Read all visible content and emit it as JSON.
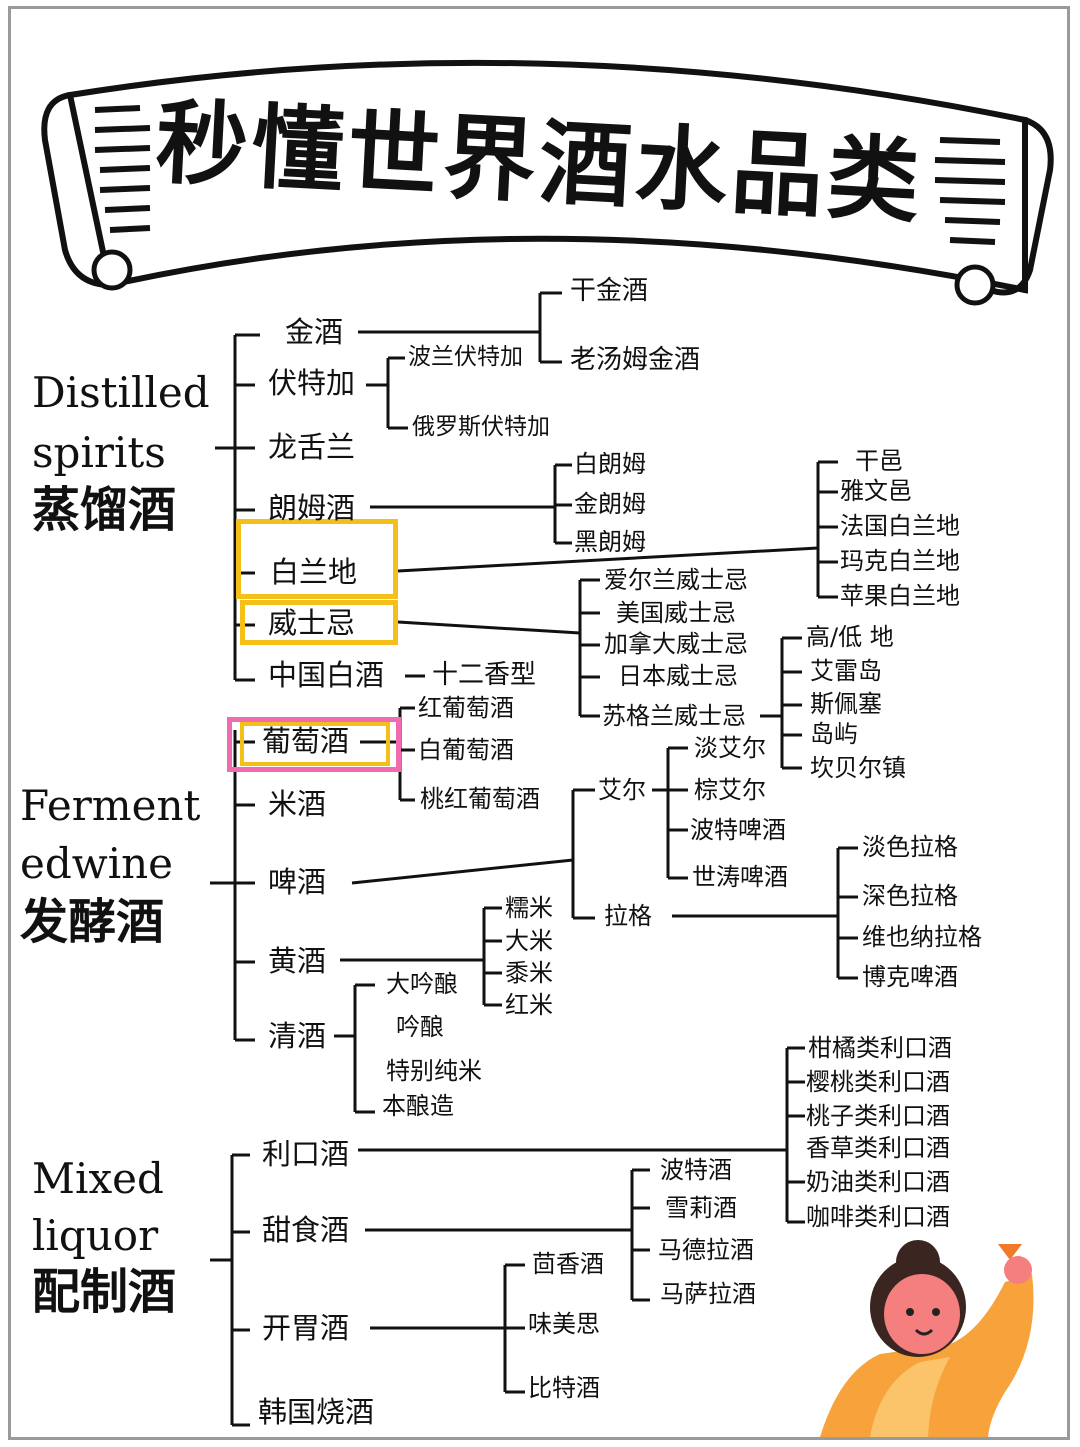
{
  "title": "秒懂世界酒水品类",
  "colors": {
    "highlight_yellow": "#f5bf1a",
    "highlight_pink": "#f06bb0",
    "line": "#111111"
  },
  "sections": {
    "distilled": {
      "en": [
        "Distilled",
        "spirits"
      ],
      "cn": "蒸馏酒",
      "items": [
        "金酒",
        "伏特加",
        "龙舌兰",
        "朗姆酒",
        "白兰地",
        "威士忌",
        "中国白酒"
      ]
    },
    "fermented": {
      "en": [
        "Ferment",
        "edwine"
      ],
      "cn": "发酵酒",
      "items": [
        "葡萄酒",
        "米酒",
        "啤酒",
        "黄酒",
        "清酒"
      ]
    },
    "mixed": {
      "en": [
        "Mixed",
        "liquor"
      ],
      "cn": "配制酒",
      "items": [
        "利口酒",
        "甜食酒",
        "开胃酒",
        "韩国烧酒"
      ]
    }
  },
  "subcategories": {
    "gin": [
      "干金酒",
      "老汤姆金酒"
    ],
    "vodka": [
      "波兰伏特加",
      "俄罗斯伏特加"
    ],
    "rum": [
      "白朗姆",
      "金朗姆",
      "黑朗姆"
    ],
    "brandy": [
      "干邑",
      "雅文邑",
      "法国白兰地",
      "玛克白兰地",
      "苹果白兰地"
    ],
    "whisky": [
      "爱尔兰威士忌",
      "美国威士忌",
      "加拿大威士忌",
      "日本威士忌",
      "苏格兰威士忌"
    ],
    "scotch_regions": [
      "高/低 地",
      "艾雷岛",
      "斯佩塞",
      "岛屿",
      "坎贝尔镇"
    ],
    "baijiu": [
      "十二香型"
    ],
    "wine": [
      "红葡萄酒",
      "白葡萄酒",
      "桃红葡萄酒"
    ],
    "beer": [
      "艾尔",
      "拉格"
    ],
    "ale": [
      "淡艾尔",
      "棕艾尔",
      "波特啤酒",
      "世涛啤酒"
    ],
    "lager": [
      "淡色拉格",
      "深色拉格",
      "维也纳拉格",
      "博克啤酒"
    ],
    "huangjiu": [
      "糯米",
      "大米",
      "黍米",
      "红米"
    ],
    "sake": [
      "大吟酿",
      "吟酿",
      "特别纯米",
      "本酿造"
    ],
    "liqueur": [
      "柑橘类利口酒",
      "樱桃类利口酒",
      "桃子类利口酒",
      "香草类利口酒",
      "奶油类利口酒",
      "咖啡类利口酒"
    ],
    "dessert_wine": [
      "波特酒",
      "雪莉酒",
      "马德拉酒",
      "马萨拉酒"
    ],
    "aperitif": [
      "茴香酒",
      "味美思",
      "比特酒"
    ]
  }
}
